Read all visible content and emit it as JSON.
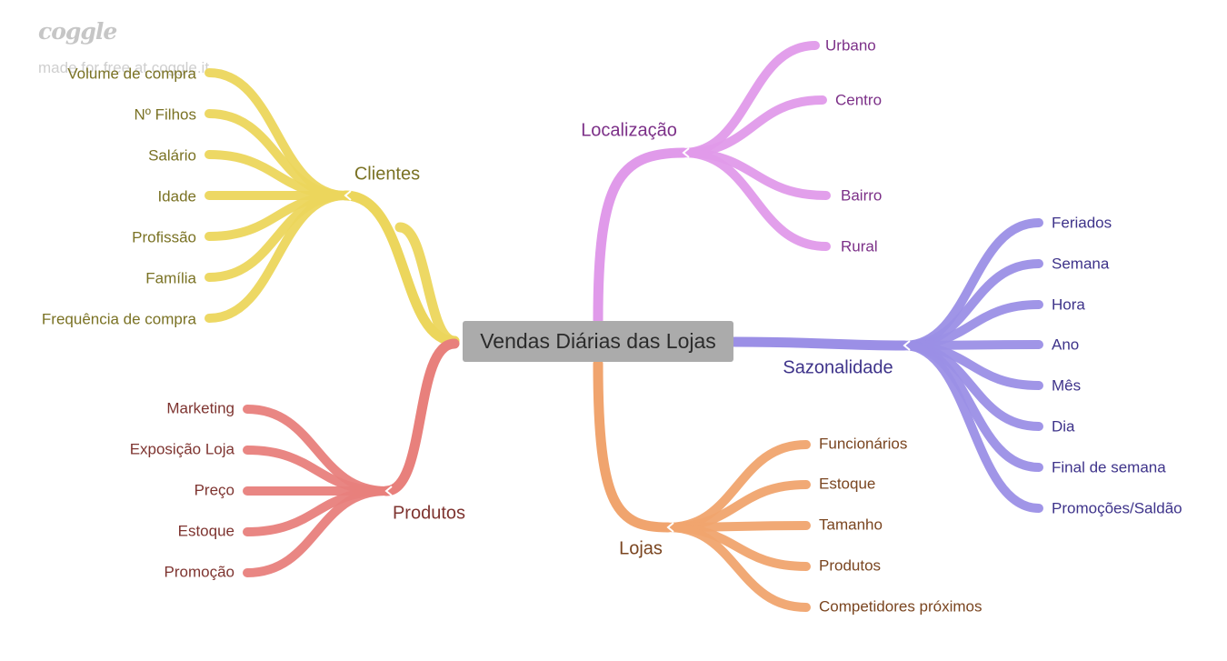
{
  "watermark": {
    "logo": "coggle",
    "tagline": "made for free at coggle.it"
  },
  "central_topic": "Vendas Diárias das Lojas",
  "branches": {
    "clientes": {
      "label": "Clientes",
      "color": "#ecd65c",
      "text_color": "#7a7224",
      "items": [
        "Volume de compra",
        "Nº Filhos",
        "Salário",
        "Idade",
        "Profissão",
        "Família",
        "Frequência de compra"
      ]
    },
    "produtos": {
      "label": "Produtos",
      "color": "#e8807c",
      "text_color": "#7e3430",
      "items": [
        "Marketing",
        "Exposição Loja",
        "Preço",
        "Estoque",
        "Promoção"
      ]
    },
    "localizacao": {
      "label": "Localização",
      "color": "#e09aea",
      "text_color": "#7c3088",
      "items": [
        "Urbano",
        "Centro",
        "Bairro",
        "Rural"
      ]
    },
    "sazonalidade": {
      "label": "Sazonalidade",
      "color": "#9b8fe6",
      "text_color": "#3e338a",
      "items": [
        "Feriados",
        "Semana",
        "Hora",
        "Ano",
        "Mês",
        "Dia",
        "Final de semana",
        "Promoções/Saldão"
      ]
    },
    "lojas": {
      "label": "Lojas",
      "color": "#f0a46e",
      "text_color": "#7a4520",
      "items": [
        "Funcionários",
        "Estoque",
        "Tamanho",
        "Produtos",
        "Competidores próximos"
      ]
    }
  }
}
